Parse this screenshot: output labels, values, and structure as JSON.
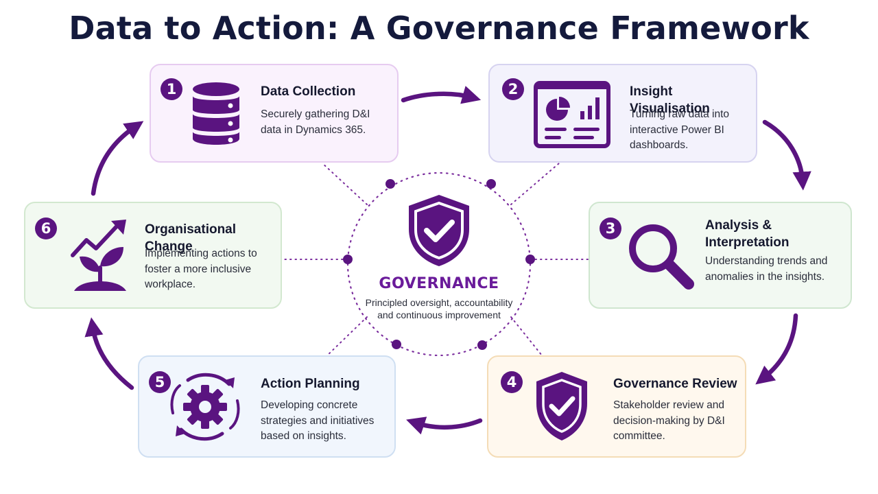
{
  "title": "Data to Action: A Governance Framework",
  "colors": {
    "accent": "#5a1480",
    "title": "#141a3c",
    "governance": "#6a1b9a"
  },
  "center": {
    "icon": "shield-check-icon",
    "title": "GOVERNANCE",
    "description": "Principled oversight, accountability and continuous improvement"
  },
  "steps": [
    {
      "number": "1",
      "title": "Data Collection",
      "description": "Securely gathering D&I data in Dynamics 365.",
      "icon": "database-icon",
      "bg": "#faf2fd",
      "border": "#e6cbf0"
    },
    {
      "number": "2",
      "title": "Insight Visualisation",
      "description": "Turning raw data into interactive Power BI dashboards.",
      "icon": "dashboard-icon",
      "bg": "#f3f2fc",
      "border": "#d6d3f0"
    },
    {
      "number": "3",
      "title": "Analysis & Interpretation",
      "description": "Understanding trends and anomalies in the insights.",
      "icon": "magnifier-icon",
      "bg": "#f2f9f2",
      "border": "#cfe6cf"
    },
    {
      "number": "4",
      "title": "Governance Review",
      "description": "Stakeholder review and decision-making by D&I committee.",
      "icon": "shield-check-icon",
      "bg": "#fff8ee",
      "border": "#f4dcb6"
    },
    {
      "number": "5",
      "title": "Action Planning",
      "description": "Developing concrete strategies and initiatives based on insights.",
      "icon": "gear-cycle-icon",
      "bg": "#f1f6fd",
      "border": "#cfdff2"
    },
    {
      "number": "6",
      "title": "Organisational Change",
      "description": "Implementing actions to foster a more inclusive workplace.",
      "icon": "growth-plant-icon",
      "bg": "#f2f9f1",
      "border": "#d2e8cf"
    }
  ]
}
